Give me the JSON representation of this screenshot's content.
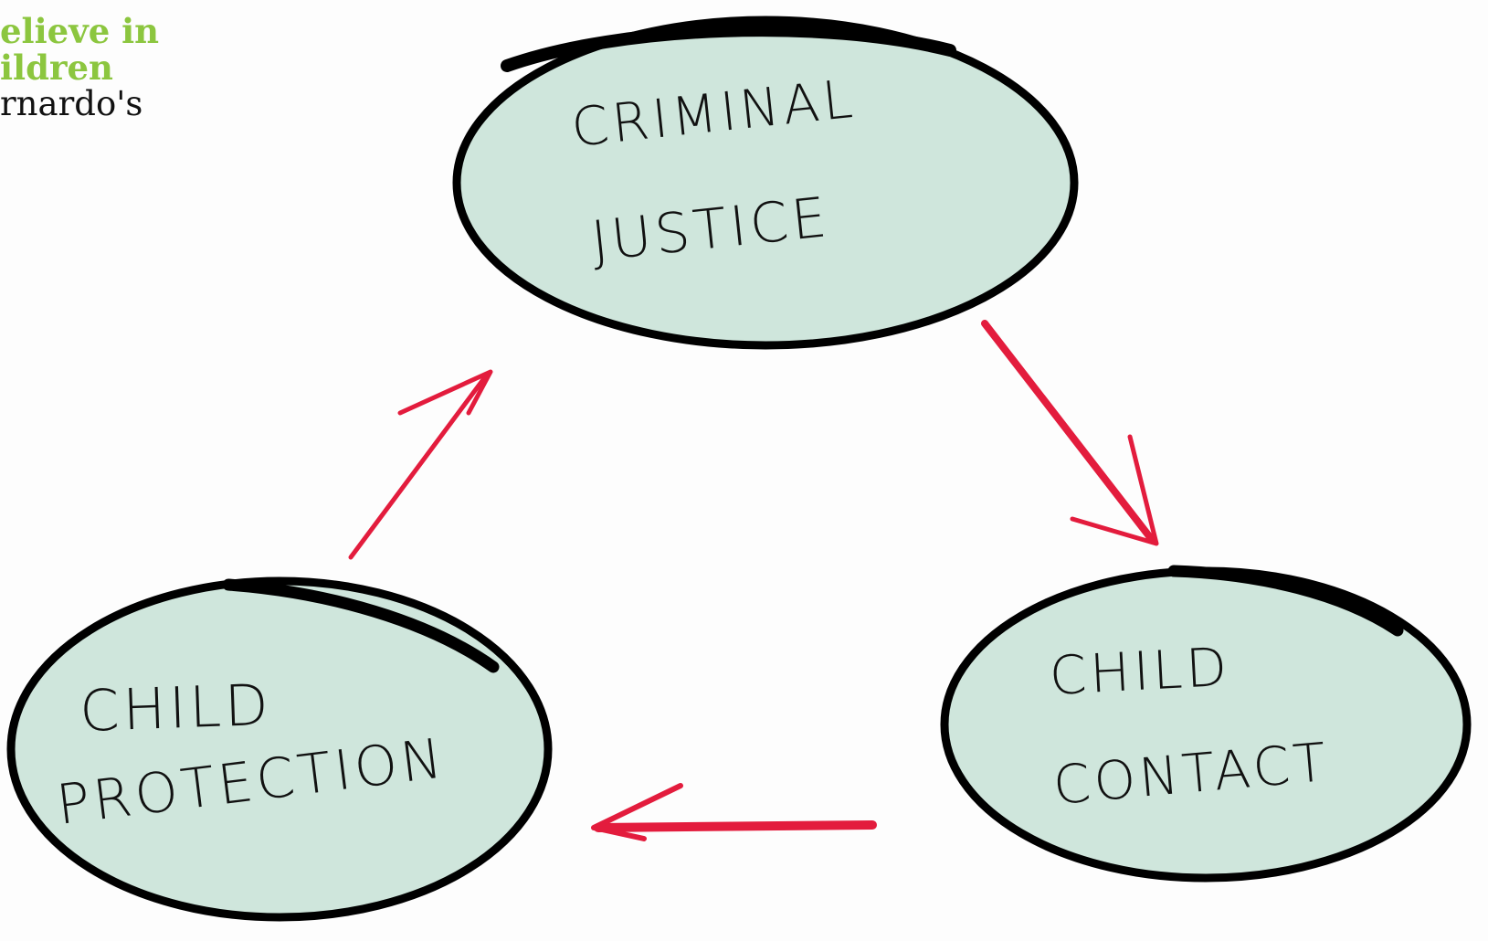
{
  "logo": {
    "line1": "elieve in",
    "line2": "ildren",
    "line3": "rnardo's"
  },
  "nodes": {
    "criminal_justice": {
      "line1": "CRIMINAL",
      "line2": "JUSTICE"
    },
    "child_contact": {
      "line1": "CHILD",
      "line2": "CONTACT"
    },
    "child_protection": {
      "line1": "CHILD",
      "line2": "PROTECTION"
    }
  },
  "edges": [
    {
      "from": "CRIMINAL JUSTICE",
      "to": "CHILD CONTACT"
    },
    {
      "from": "CHILD CONTACT",
      "to": "CHILD PROTECTION"
    },
    {
      "from": "CHILD PROTECTION",
      "to": "CRIMINAL JUSTICE"
    }
  ],
  "colors": {
    "node_fill": "#cfe6dc",
    "node_outline": "#000000",
    "arrow": "#e31c3d",
    "logo_green": "#8cc63f"
  }
}
